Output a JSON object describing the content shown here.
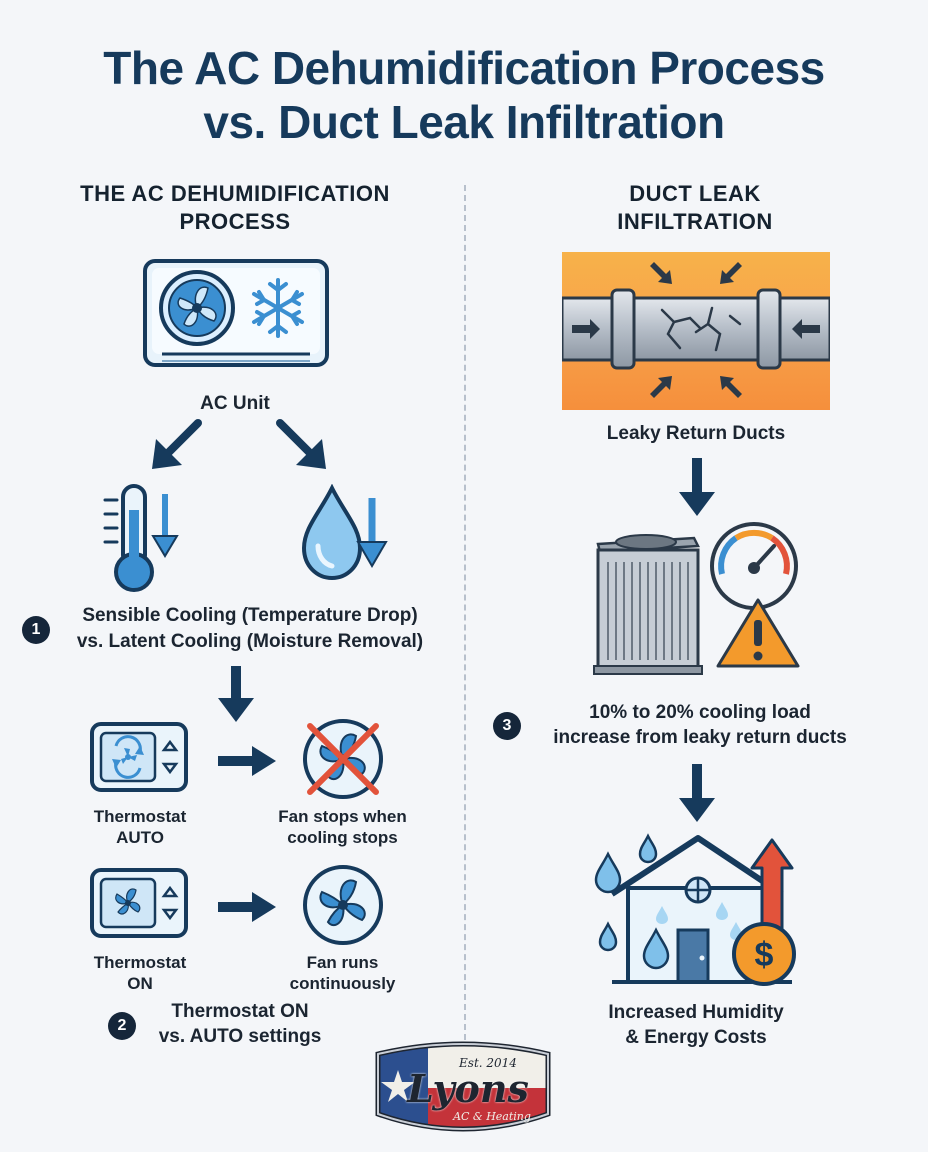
{
  "title": {
    "line1": "The AC Dehumidification Process",
    "line2": "vs. Duct Leak Infiltration"
  },
  "left": {
    "heading_line1": "THE AC DEHUMIDIFICATION",
    "heading_line2": "PROCESS",
    "ac_unit_label": "AC Unit",
    "step1_number": "1",
    "step1_line1": "Sensible Cooling (Temperature Drop)",
    "step1_line2": "vs. Latent Cooling (Moisture Removal)",
    "auto_thermostat_line1": "Thermostat",
    "auto_thermostat_line2": "AUTO",
    "fan_stops_line1": "Fan stops when",
    "fan_stops_line2": "cooling stops",
    "on_thermostat_line1": "Thermostat",
    "on_thermostat_line2": "ON",
    "fan_runs_line1": "Fan runs",
    "fan_runs_line2": "continuously",
    "step2_number": "2",
    "step2_line1": "Thermostat ON",
    "step2_line2": "vs. AUTO settings"
  },
  "right": {
    "heading_line1": "DUCT LEAK",
    "heading_line2": "INFILTRATION",
    "duct_label": "Leaky Return Ducts",
    "step3_number": "3",
    "step3_line1": "10% to 20% cooling load",
    "step3_line2": "increase from leaky return ducts",
    "result_line1": "Increased Humidity",
    "result_line2": "& Energy Costs",
    "dollar_symbol": "$"
  },
  "logo": {
    "established": "Est. 2014",
    "brand": "Lyons",
    "tagline": "AC & Heating"
  },
  "colors": {
    "title": "#163a5c",
    "navy": "#163a5c",
    "ice_blue": "#3b8fd1",
    "light_blue": "#bfe1f6",
    "warning_orange": "#f39a2c",
    "danger_red": "#e2533b"
  }
}
